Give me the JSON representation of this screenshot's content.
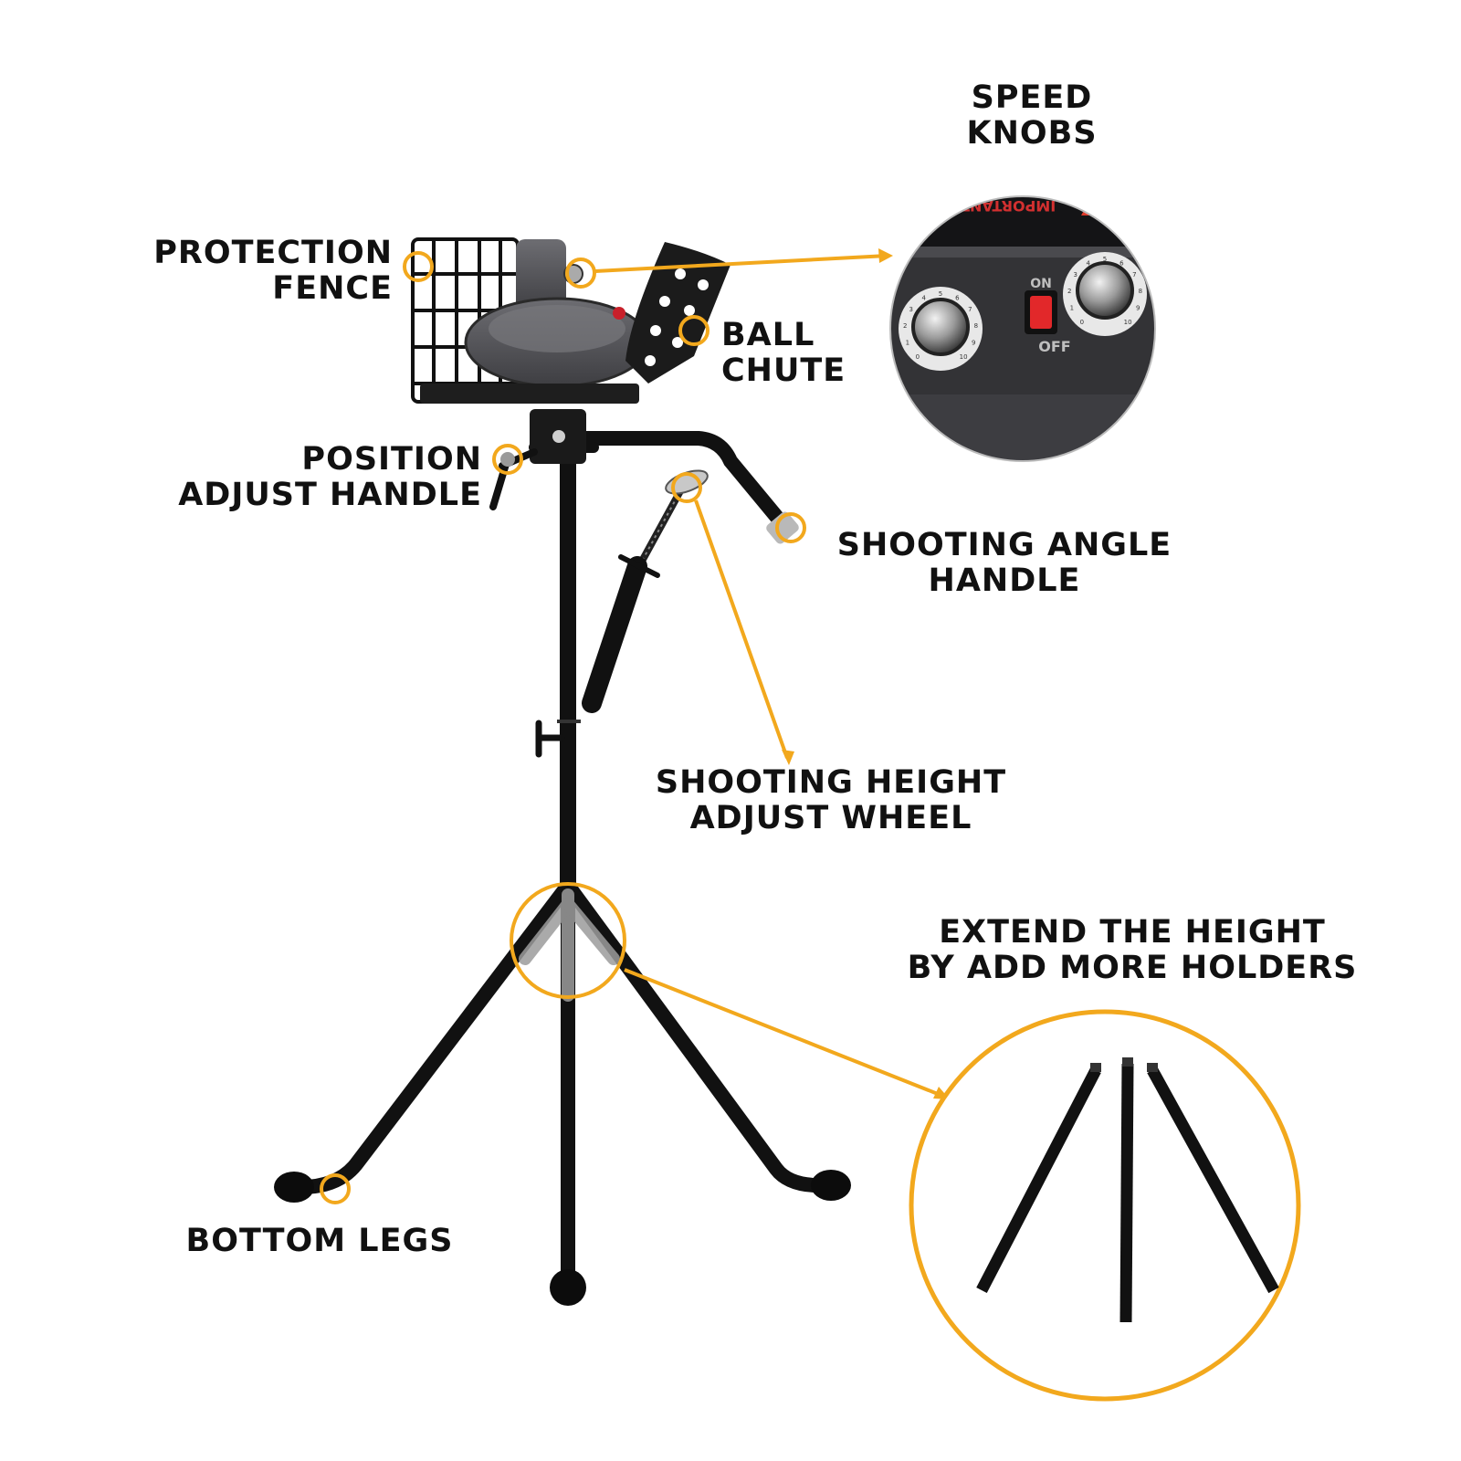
{
  "colors": {
    "accent": "#F2A81D",
    "metal": "#111111",
    "machine": "#5a5a5e",
    "background": "#ffffff"
  },
  "callouts": {
    "speed_knobs": [
      "SPEED",
      "KNOBS"
    ],
    "protection_fence": [
      "PROTECTION",
      "FENCE"
    ],
    "ball_chute": [
      "BALL",
      "CHUTE"
    ],
    "position_adjust_handle": [
      "POSITION",
      "ADJUST HANDLE"
    ],
    "shooting_angle_handle": [
      "SHOOTING ANGLE",
      "HANDLE"
    ],
    "shooting_height_adjust_wheel": [
      "SHOOTING HEIGHT",
      "ADJUST WHEEL"
    ],
    "extend_height": [
      "EXTEND THE HEIGHT",
      "BY ADD MORE HOLDERS"
    ],
    "bottom_legs": [
      "BOTTOM LEGS"
    ]
  },
  "control_panel": {
    "warning_label": "IMPORTANT!",
    "switch_on": "ON",
    "switch_off": "OFF",
    "dial_marks": [
      "0",
      "1",
      "2",
      "3",
      "4",
      "5",
      "6",
      "7",
      "8",
      "9",
      "10"
    ]
  }
}
